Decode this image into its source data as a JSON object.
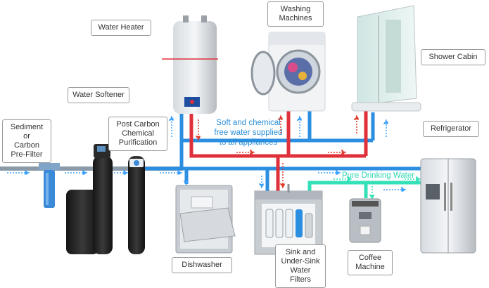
{
  "labels": {
    "water_heater": "Water Heater",
    "washing_machines": "Washing\nMachines",
    "shower_cabin": "Shower Cabin",
    "water_softener": "Water Softener",
    "sediment_filter": "Sediment or\nCarbon\nPre-Filter",
    "post_carbon": "Post Carbon\nChemical\nPurification",
    "refrigerator": "Refrigerator",
    "dishwasher": "Dishwasher",
    "sink_filters": "Sink and\nUnder-Sink\nWater Filters",
    "coffee_machine": "Coffee\nMachine"
  },
  "notes": {
    "soft_water": "Soft and chemical\nfree water supplied\nto all appliances",
    "pure_drinking": "Pure Drinking Water"
  },
  "colors": {
    "cold_pipe": "#2b8ee0",
    "hot_pipe": "#e0303a",
    "pure_pipe": "#33e0b8",
    "main_pipe": "#8a9aa8",
    "flow_arrow_cold": "#3aa0ff",
    "flow_arrow_hot": "#e03a2a"
  }
}
